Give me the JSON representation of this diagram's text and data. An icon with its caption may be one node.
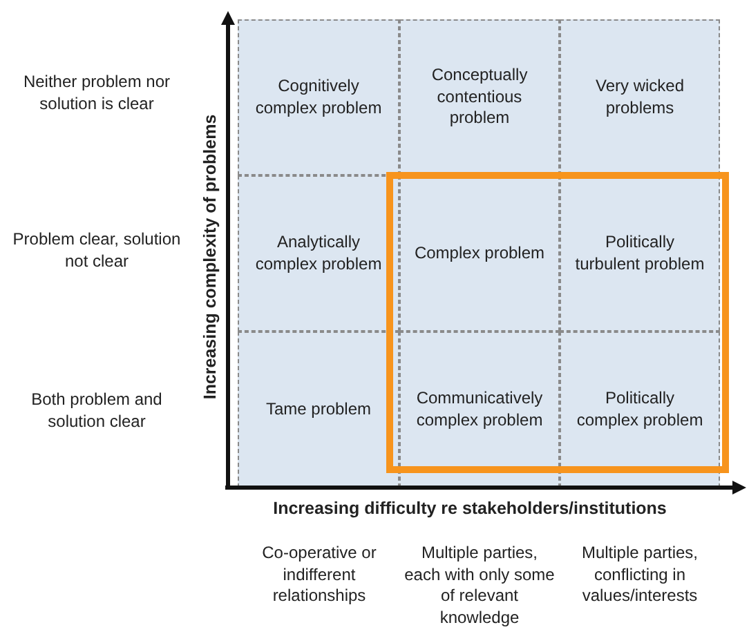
{
  "diagram": {
    "nodes": [
      {
        "text": [
          "Cognitively complex problem"
        ]
      },
      {
        "text": [
          "Conceptually contentious problem"
        ]
      },
      {
        "text": [
          "Very wicked problems"
        ]
      },
      {
        "text": [
          "Analytically complex problem"
        ]
      },
      {
        "text": [
          "Complex problem"
        ]
      },
      {
        "text": [
          "Politically turbulent problem"
        ]
      },
      {
        "text": [
          "Tame problem"
        ]
      },
      {
        "text": [
          "Communicatively complex problem"
        ]
      },
      {
        "text": [
          "Politically complex problem"
        ]
      }
    ],
    "labels": [
      "Neither problem nor solution is clear",
      "Problem clear, solution not clear",
      "Both problem and solution  clear",
      "Increasing complexity of problems",
      "Increasing difficulty re stakeholders/institutions",
      "Co-operative or indifferent relationships",
      "Multiple parties, each with only some of relevant knowledge",
      "Multiple parties, conflicting in values/interests"
    ]
  }
}
